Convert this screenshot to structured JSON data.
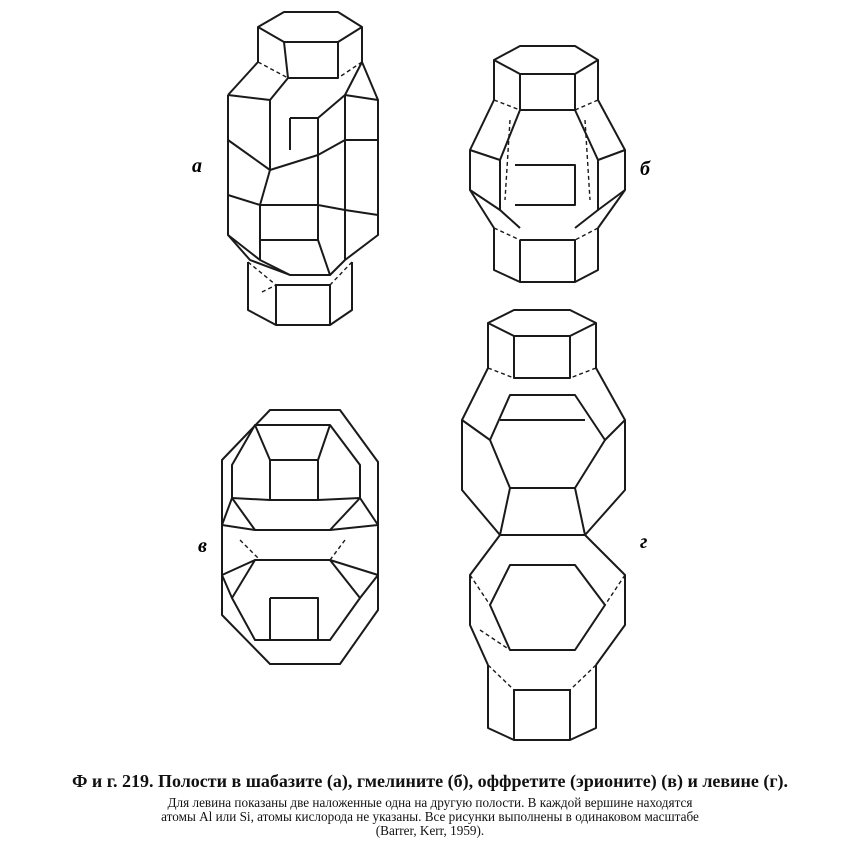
{
  "figure": {
    "labels": {
      "a": "а",
      "b": "б",
      "v": "в",
      "g": "г"
    }
  },
  "caption": {
    "title": "Ф и г.   219. Полости в шабазите (а), гмелините (б), оффретите (эрионите) (в) и левине (г).",
    "body_line1": "Для левина показаны две наложенные одна на другую полости. В каждой вершине находятся",
    "body_line2": "атомы Al или Si, атомы кислорода не указаны. Все рисунки выполнены в одинаковом масштабе",
    "body_line3": "(Barrer,  Kerr,  1959)."
  }
}
